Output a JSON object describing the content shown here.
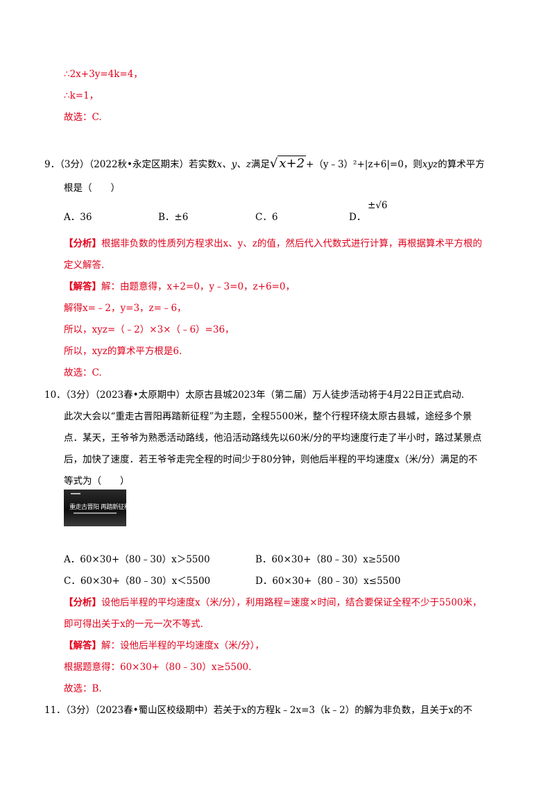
{
  "prev": {
    "l1": "∴2x+3y=4k=4，",
    "l2": "∴k=1，",
    "l3": "故选：C."
  },
  "q9": {
    "head": "9．（3分）（2022秋•永定区期末）若实数",
    "vars": "x、y、z",
    "mid": "满足",
    "radicand": "x+2",
    "tail": "+（y﹣3）²+|z+6|=0，则",
    "xyz": "xyz",
    "tail2": "的算术平方",
    "line2": "根是（　　）",
    "opt_a": "A．36",
    "opt_b": "B．±6",
    "opt_c": "C．6",
    "opt_d_label": "D．",
    "opt_d_value": "±√6",
    "analysis_tag": "【分析】",
    "analysis1": "根据非负数的性质列方程求出x、y、z的值，然后代入代数式进行计算，再根据算术平方根的",
    "analysis2": "定义解答.",
    "solution_tag": "【解答】",
    "solution1": "解：由题意得，x+2=0，y﹣3=0，z+6=0，",
    "solution2": "解得x=﹣2，y=3，z=﹣6，",
    "solution3": "所以，xyz=（﹣2）×3×（﹣6）=36，",
    "solution4": "所以，xyz的算术平方根是6.",
    "choose": "故选：C."
  },
  "q10": {
    "line1": "10．（3分）（2023春•太原期中）太原古县城2023年（第二届）万人徒步活动将于4月22日正式启动.",
    "line2": "此次大会以“重走古晋阳再踏新征程”为主题，全程5500米，整个行程环绕太原古县城，途经多个景",
    "line3": "点．某天，王爷爷为熟悉活动路线，他沿活动路线先以60米/分的平均速度行走了半小时，路过某景点",
    "line4": "后，加快了速度．若王爷爷走完全程的时间少于80分钟，则他后半程的平均速度x（米/分）满足的不",
    "line5": "等式为（　　）",
    "photo_text": "重走古晋阳 再踏新征程",
    "opt_a": "A．60×30+（80﹣30）x＞5500",
    "opt_b": "B．60×30+（80﹣30）x≥5500",
    "opt_c": "C．60×30+（80﹣30）x＜5500",
    "opt_d": "D．60×30+（80﹣30）x≤5500",
    "analysis_tag": "【分析】",
    "analysis1": "设他后半程的平均速度x（米/分），利用路程=速度×时间，结合要保证全程不少于5500米，",
    "analysis2": "即可得出关于x的一元一次不等式.",
    "solution_tag": "【解答】",
    "solution1": "解：设他后半程的平均速度x（米/分），",
    "solution2": "根据题意得：60×30+（80﹣30）x≥5500.",
    "choose": "故选：B."
  },
  "q11": {
    "line1": "11．（3分）（2023春•蜀山区校级期中）若关于x的方程k﹣2x=3（k﹣2）的解为非负数，且关于x的不"
  },
  "colors": {
    "answer_red": "#e0001b",
    "text": "#000000"
  }
}
